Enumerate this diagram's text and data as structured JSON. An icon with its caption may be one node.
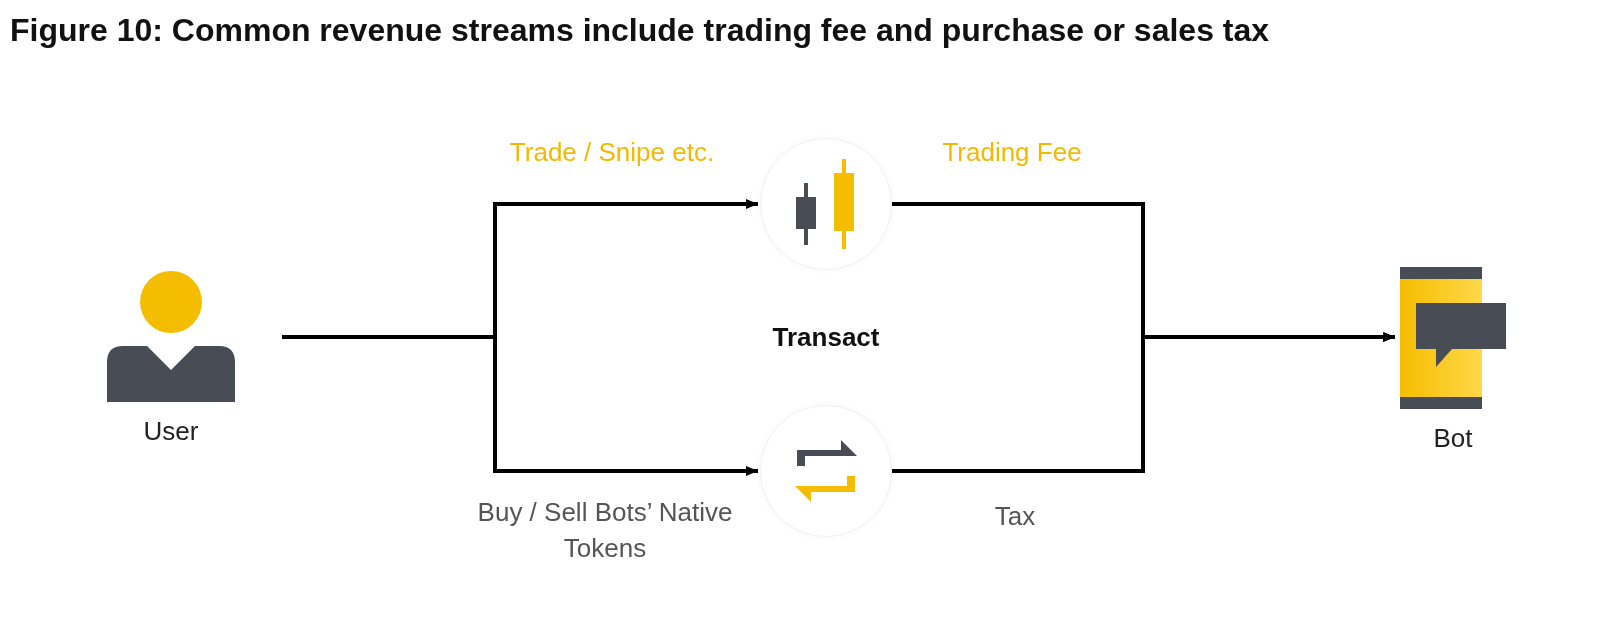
{
  "diagram": {
    "title": "Figure 10: Common revenue streams include trading fee and purchase or sales tax",
    "nodes": [
      {
        "text": [
          "User"
        ]
      },
      {
        "text": [],
        "shape": "picture"
      },
      {
        "text": [],
        "shape": "picture"
      },
      {
        "text": [
          "Bot"
        ]
      }
    ],
    "edges": [
      {
        "from": 0,
        "to": 1,
        "arrow": "to",
        "label": "Trade / Snipe etc."
      },
      {
        "from": 0,
        "to": 2,
        "arrow": "to",
        "label": "Buy / Sell Bots’ Native Tokens"
      },
      {
        "from": 1,
        "to": 3,
        "arrow": "to",
        "label": "Trading Fee"
      },
      {
        "from": 2,
        "to": 3,
        "arrow": "to",
        "label": "Tax"
      }
    ],
    "labels": [
      "Transact"
    ]
  }
}
